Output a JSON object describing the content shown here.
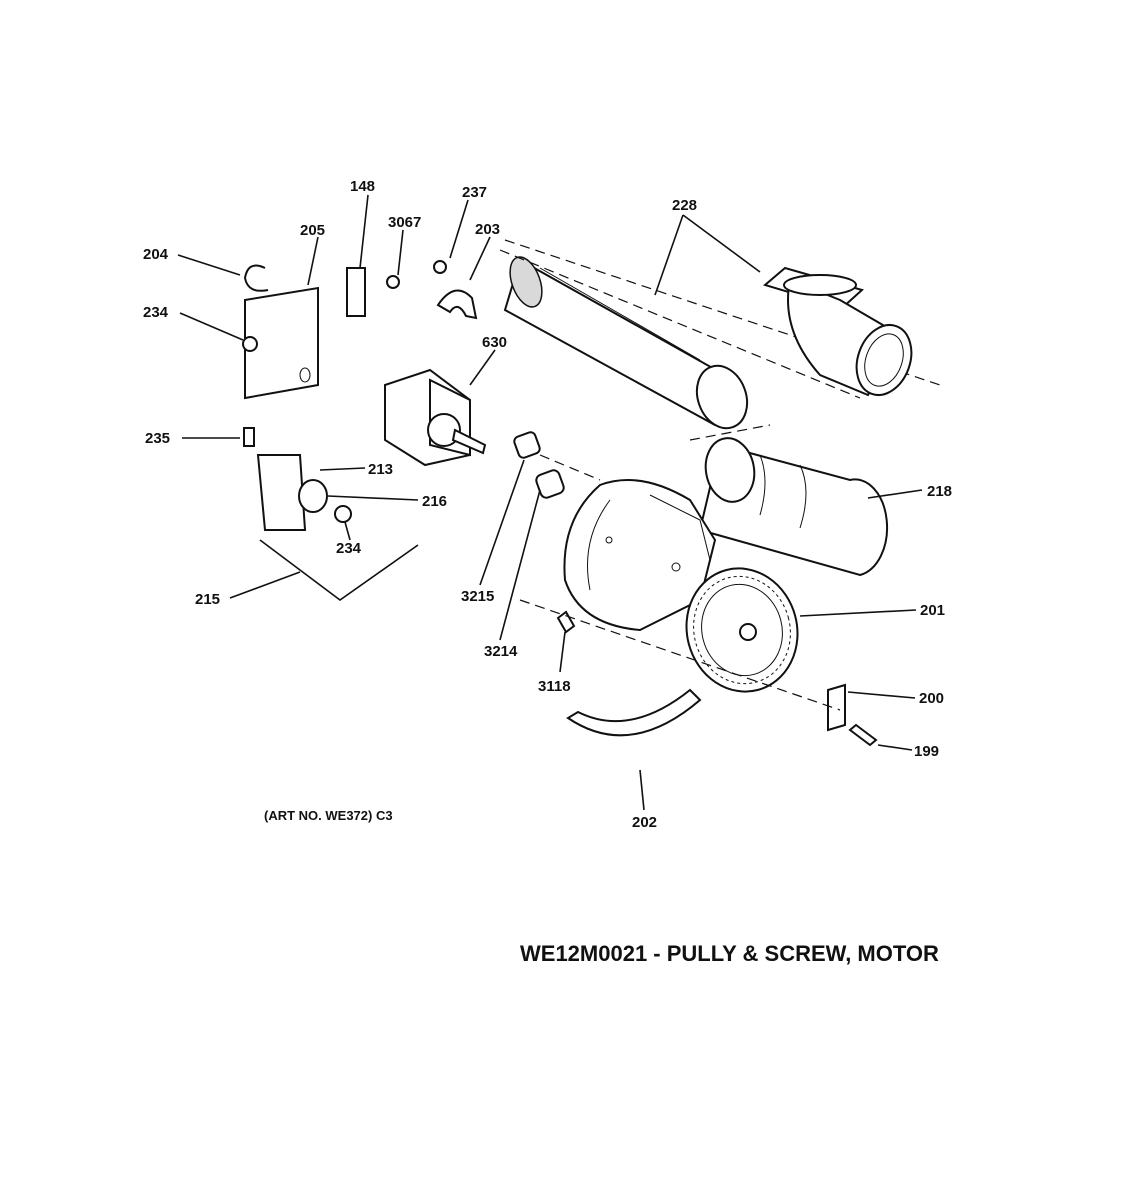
{
  "labels": {
    "p148": "148",
    "p237": "237",
    "p228": "228",
    "p205": "205",
    "p3067": "3067",
    "p203": "203",
    "p204": "204",
    "p234a": "234",
    "p630": "630",
    "p235": "235",
    "p213": "213",
    "p216": "216",
    "p234b": "234",
    "p215": "215",
    "p218": "218",
    "p3215": "3215",
    "p3214": "3214",
    "p201": "201",
    "p3118": "3118",
    "p200": "200",
    "p199": "199",
    "p202": "202"
  },
  "art_number": "(ART NO. WE372) C3",
  "caption": "WE12M0021 - PULLY & SCREW, MOTOR"
}
